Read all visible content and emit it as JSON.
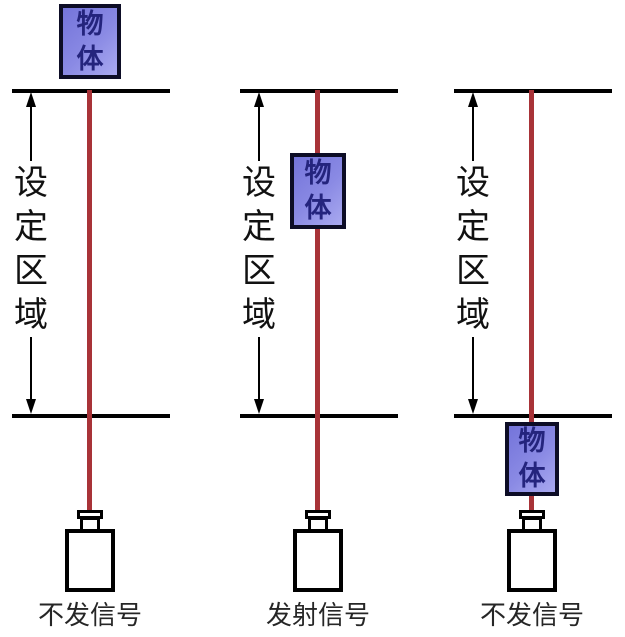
{
  "diagram": {
    "description_visible_text_only": "",
    "object_label": "物体",
    "object_chars": [
      "物",
      "体"
    ],
    "region_label": "设定区域",
    "region_chars": [
      "设",
      "定",
      "区",
      "域"
    ],
    "panels": [
      {
        "signal_label": "不发信号"
      },
      {
        "signal_label": "发射信号"
      },
      {
        "signal_label": "不发信号"
      }
    ],
    "colors": {
      "beam_red": "#a83338",
      "boundary_line": "#000000",
      "object_fill_start": "#7474da",
      "object_fill_end": "#a9a9f0",
      "object_border": "#0d0d26",
      "object_text": "#24247d",
      "region_text": "#111111",
      "caption_text": "#262626",
      "background": "#ffffff"
    }
  }
}
